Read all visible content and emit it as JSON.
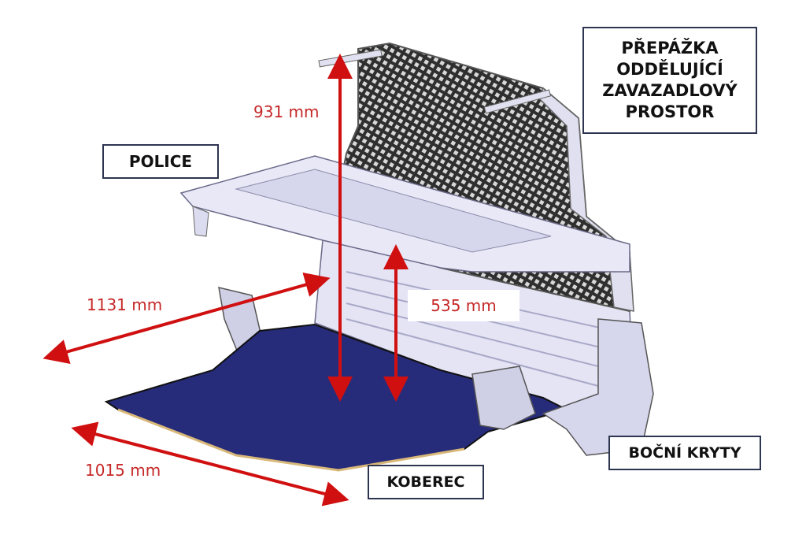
{
  "labels": {
    "partition": "PŘEPÁŽKA ODDĚLUJÍCÍ ZAVAZADLOVÝ PROSTOR",
    "partition_lines": [
      "PŘEPÁŽKA",
      "ODDĚLUJÍCÍ",
      "ZAVAZADLOVÝ",
      "PROSTOR"
    ],
    "shelf": "POLICE",
    "side_covers": "BOČNÍ KRYTY",
    "carpet": "KOBEREC"
  },
  "dimensions": {
    "height_total": "931 mm",
    "height_shelf": "535 mm",
    "depth": "1131 mm",
    "width": "1015 mm"
  },
  "colors": {
    "arrow": "#d01010",
    "carpet": "#262b7a",
    "panel": "#dcdcf0",
    "mesh": "#3a3a3a"
  }
}
